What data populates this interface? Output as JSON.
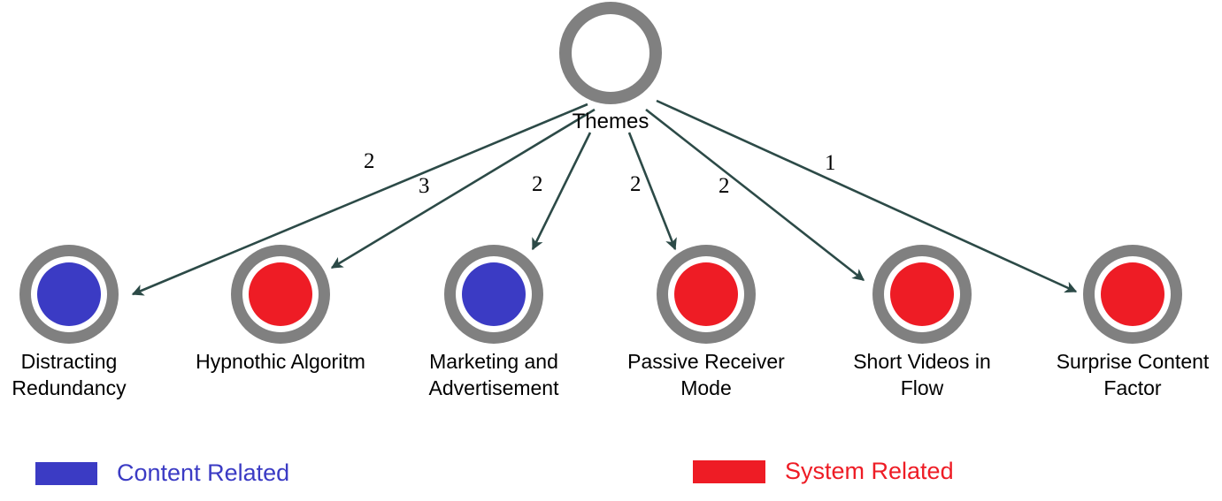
{
  "diagram": {
    "type": "radial-tree",
    "root": {
      "label": "Themes",
      "ring_color": "#808080",
      "fill_color": "#ffffff"
    },
    "palette": {
      "ring": "#808080",
      "gap": "#ffffff",
      "content_related": "#3b3bc4",
      "system_related": "#ee1c25",
      "edge": "#2c4a47",
      "text": "#000000"
    },
    "nodes": [
      {
        "id": "distracting-redundancy",
        "label": "Distracting\nRedundancy",
        "category": "Content Related",
        "color": "#3b3bc4",
        "weight": "2"
      },
      {
        "id": "hypnothic-algoritm",
        "label": "Hypnothic Algoritm",
        "category": "System Related",
        "color": "#ee1c25",
        "weight": "3"
      },
      {
        "id": "marketing-and-advertisement",
        "label": "Marketing and\nAdvertisement",
        "category": "Content Related",
        "color": "#3b3bc4",
        "weight": "2"
      },
      {
        "id": "passive-receiver-mode",
        "label": "Passive Receiver\nMode",
        "category": "System Related",
        "color": "#ee1c25",
        "weight": "2"
      },
      {
        "id": "short-videos-in-flow",
        "label": "Short Videos in\nFlow",
        "category": "System Related",
        "color": "#ee1c25",
        "weight": "2"
      },
      {
        "id": "surprise-content-factor",
        "label": "Surprise Content\nFactor",
        "category": "System Related",
        "color": "#ee1c25",
        "weight": "1"
      }
    ],
    "edge_weights": [
      "2",
      "3",
      "2",
      "2",
      "2",
      "1"
    ]
  },
  "legend": {
    "items": [
      {
        "label": "Content Related",
        "color": "#3b3bc4"
      },
      {
        "label": "System Related",
        "color": "#ee1c25"
      }
    ]
  }
}
